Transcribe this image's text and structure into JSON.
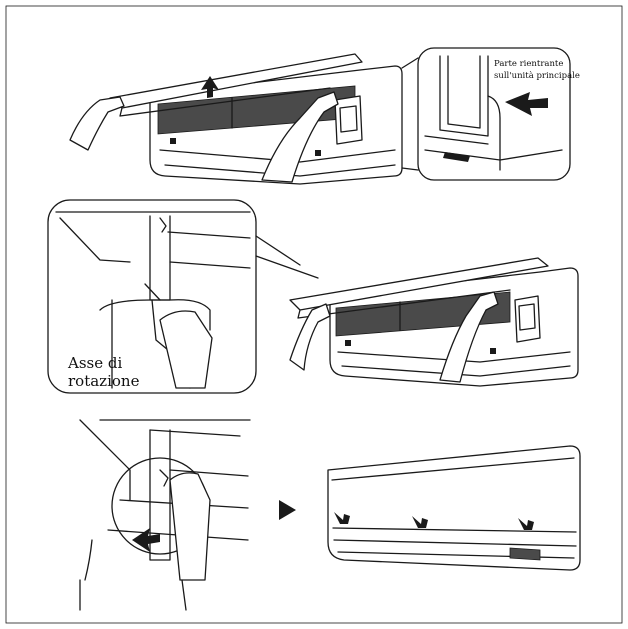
{
  "labels": {
    "top_right_line1": "Parte rientrante",
    "top_right_line2": "sull'unità principale",
    "middle_line1": "Asse di",
    "middle_line2": "rotazione"
  }
}
